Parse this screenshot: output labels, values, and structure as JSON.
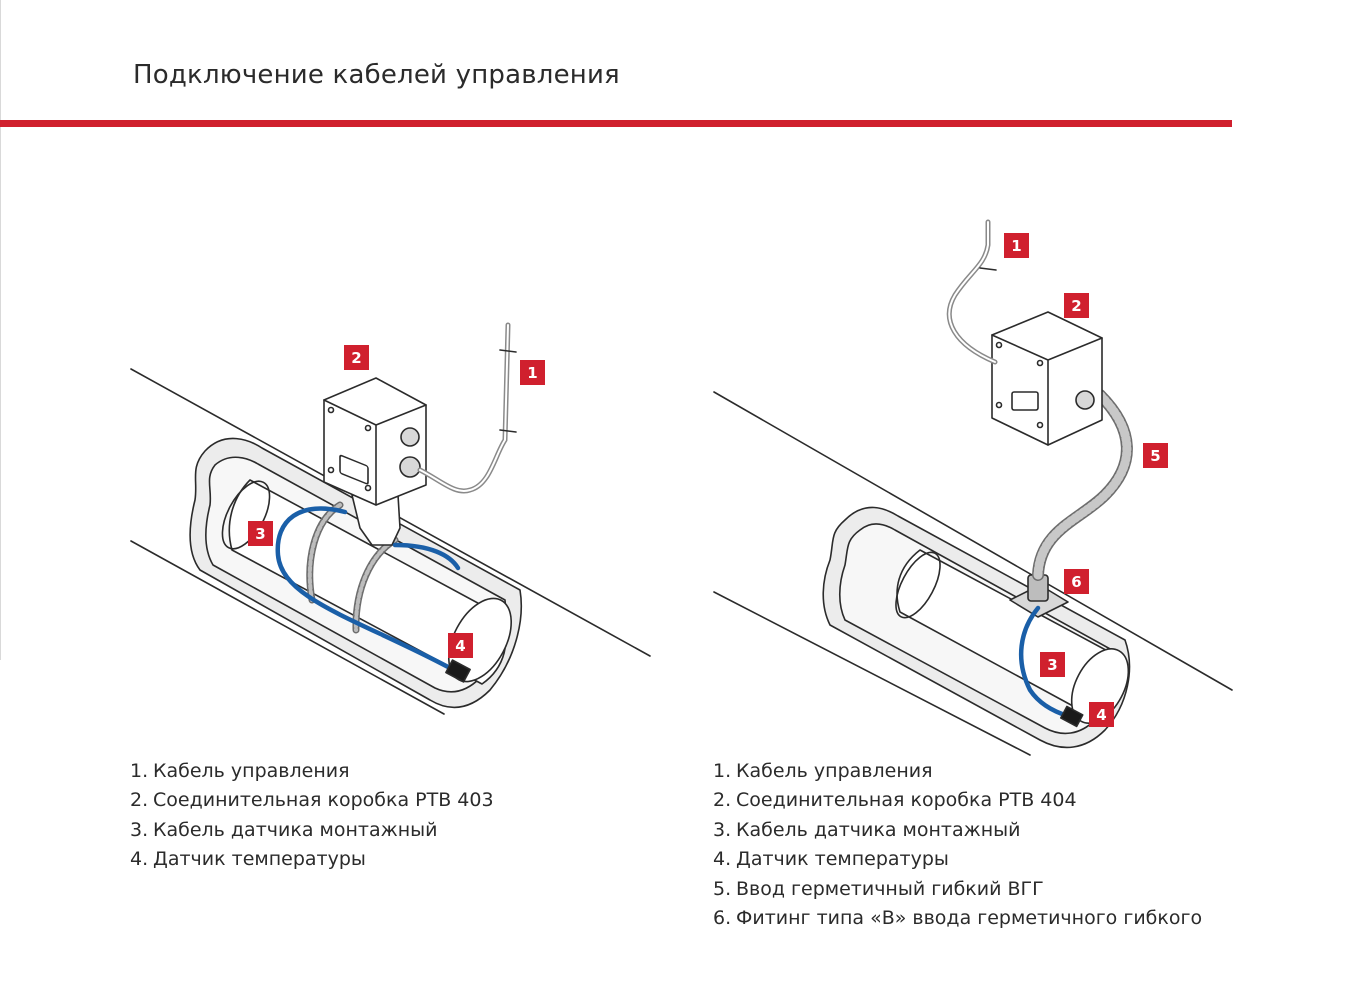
{
  "title": "Подключение кабелей управления",
  "colors": {
    "accent": "#d0202e",
    "cable": "#1a5fa8",
    "line": "#2b2b2b"
  },
  "left_diagram": {
    "callouts": [
      "1",
      "2",
      "3",
      "4"
    ],
    "legend": [
      {
        "num": "1.",
        "text": "Кабель управления"
      },
      {
        "num": "2.",
        "text": "Соединительная коробка PTB 403"
      },
      {
        "num": "3.",
        "text": "Кабель датчика монтажный"
      },
      {
        "num": "4.",
        "text": "Датчик температуры"
      }
    ]
  },
  "right_diagram": {
    "callouts": [
      "1",
      "2",
      "5",
      "6",
      "3",
      "4"
    ],
    "legend": [
      {
        "num": "1.",
        "text": "Кабель управления"
      },
      {
        "num": "2.",
        "text": "Соединительная коробка PTB 404"
      },
      {
        "num": "3.",
        "text": "Кабель датчика монтажный"
      },
      {
        "num": "4.",
        "text": "Датчик температуры"
      },
      {
        "num": "5.",
        "text": "Ввод герметичный гибкий ВГГ"
      },
      {
        "num": "6.",
        "text": "Фитинг типа «В» ввода герметичного гибкого"
      }
    ]
  }
}
